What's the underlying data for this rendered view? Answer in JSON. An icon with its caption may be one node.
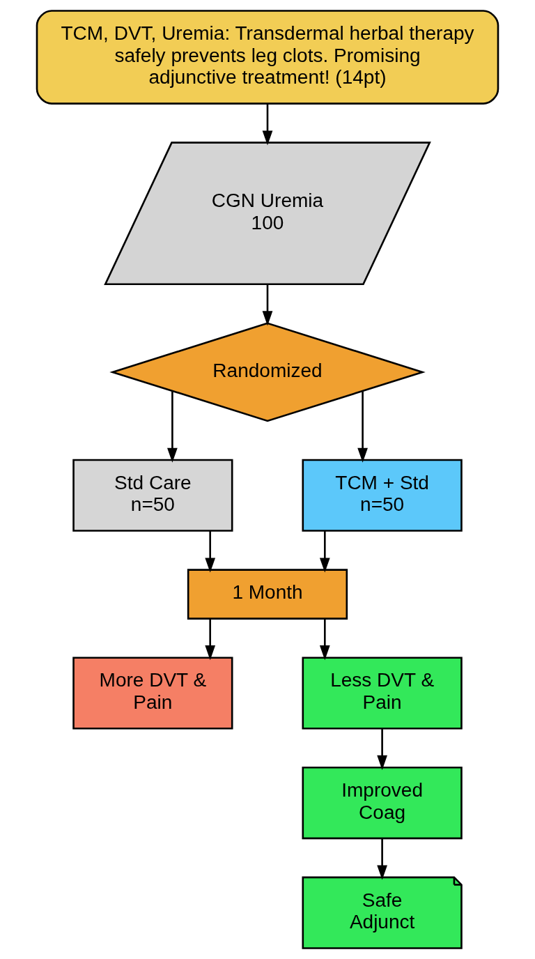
{
  "diagram": {
    "nodes": [
      {
        "text": [
          "TCM, DVT, Uremia: Transdermal herbal therapy safely prevents leg clots. Promising adjunctive treatment! (14pt)"
        ]
      },
      {
        "text": [
          "CGN Uremia 100"
        ]
      },
      {
        "text": [
          "Randomized"
        ]
      },
      {
        "text": [
          "Std Care n=50"
        ]
      },
      {
        "text": [
          "TCM + Std n=50"
        ]
      },
      {
        "text": [
          "1 Month"
        ]
      },
      {
        "text": [
          "More DVT & Pain"
        ]
      },
      {
        "text": [
          "Less DVT & Pain"
        ]
      },
      {
        "text": [
          "Improved Coag"
        ]
      },
      {
        "text": [
          "Safe Adjunct"
        ]
      }
    ],
    "edges": [
      {
        "from": 0,
        "to": 1,
        "arrow": "to"
      },
      {
        "from": 1,
        "to": 2,
        "arrow": "to"
      },
      {
        "from": 2,
        "to": 3,
        "arrow": "to"
      },
      {
        "from": 2,
        "to": 4,
        "arrow": "to"
      },
      {
        "from": 3,
        "to": 5,
        "arrow": "to"
      },
      {
        "from": 4,
        "to": 5,
        "arrow": "to"
      },
      {
        "from": 5,
        "to": 6,
        "arrow": "to"
      },
      {
        "from": 5,
        "to": 7,
        "arrow": "to"
      },
      {
        "from": 7,
        "to": 8,
        "arrow": "to"
      },
      {
        "from": 8,
        "to": 9,
        "arrow": "to"
      }
    ]
  }
}
